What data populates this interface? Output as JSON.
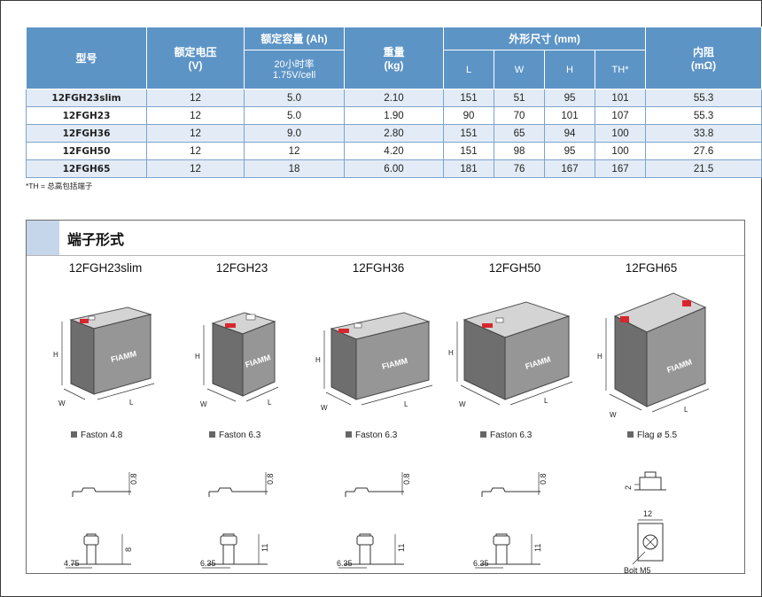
{
  "spec_table": {
    "headers": {
      "model": "型号",
      "voltage": "额定电压",
      "voltage_unit": "(V)",
      "capacity": "额定容量 (Ah)",
      "capacity_sub1": "20小时率",
      "capacity_sub2": "1.75V/cell",
      "weight": "重量",
      "weight_unit": "(kg)",
      "dimensions": "外形尺寸 (mm)",
      "dim_l": "L",
      "dim_w": "W",
      "dim_h": "H",
      "dim_th": "TH*",
      "resistance": "内阻",
      "resistance_unit": "(mΩ)"
    },
    "rows": [
      {
        "model": "12FGH23slim",
        "voltage": "12",
        "capacity": "5.0",
        "weight": "2.10",
        "l": "151",
        "w": "51",
        "h": "95",
        "th": "101",
        "resistance": "55.3"
      },
      {
        "model": "12FGH23",
        "voltage": "12",
        "capacity": "5.0",
        "weight": "1.90",
        "l": "90",
        "w": "70",
        "h": "101",
        "th": "107",
        "resistance": "55.3"
      },
      {
        "model": "12FGH36",
        "voltage": "12",
        "capacity": "9.0",
        "weight": "2.80",
        "l": "151",
        "w": "65",
        "h": "94",
        "th": "100",
        "resistance": "33.8"
      },
      {
        "model": "12FGH50",
        "voltage": "12",
        "capacity": "12",
        "weight": "4.20",
        "l": "151",
        "w": "98",
        "h": "95",
        "th": "100",
        "resistance": "27.6"
      },
      {
        "model": "12FGH65",
        "voltage": "12",
        "capacity": "18",
        "weight": "6.00",
        "l": "181",
        "w": "76",
        "h": "167",
        "th": "167",
        "resistance": "21.5"
      }
    ],
    "footnote": "*TH = 总高包括端子"
  },
  "terminals": {
    "title": "端子形式",
    "brand": "FIAMM",
    "dim_labels": {
      "h": "H",
      "w": "W",
      "l": "L"
    },
    "items": [
      {
        "model": "12FGH23slim",
        "type": "Faston 4.8",
        "dim_a": "0.8",
        "dim_b": "8",
        "dim_c": "4.75"
      },
      {
        "model": "12FGH23",
        "type": "Faston 6.3",
        "dim_a": "0.8",
        "dim_b": "11",
        "dim_c": "6.35"
      },
      {
        "model": "12FGH36",
        "type": "Faston 6.3",
        "dim_a": "0.8",
        "dim_b": "11",
        "dim_c": "6.35"
      },
      {
        "model": "12FGH50",
        "type": "Faston 6.3",
        "dim_a": "0.8",
        "dim_b": "11",
        "dim_c": "6.35"
      },
      {
        "model": "12FGH65",
        "type": "Flag ø 5.5",
        "dim_a": "2",
        "dim_b": "12",
        "dim_c": "Bolt M5"
      }
    ]
  },
  "colors": {
    "header_blue": "#5d94c6",
    "row_alt": "#e3ecf6",
    "terminal_red": "#d8262e",
    "battery_grey": "#8c8c8c"
  }
}
